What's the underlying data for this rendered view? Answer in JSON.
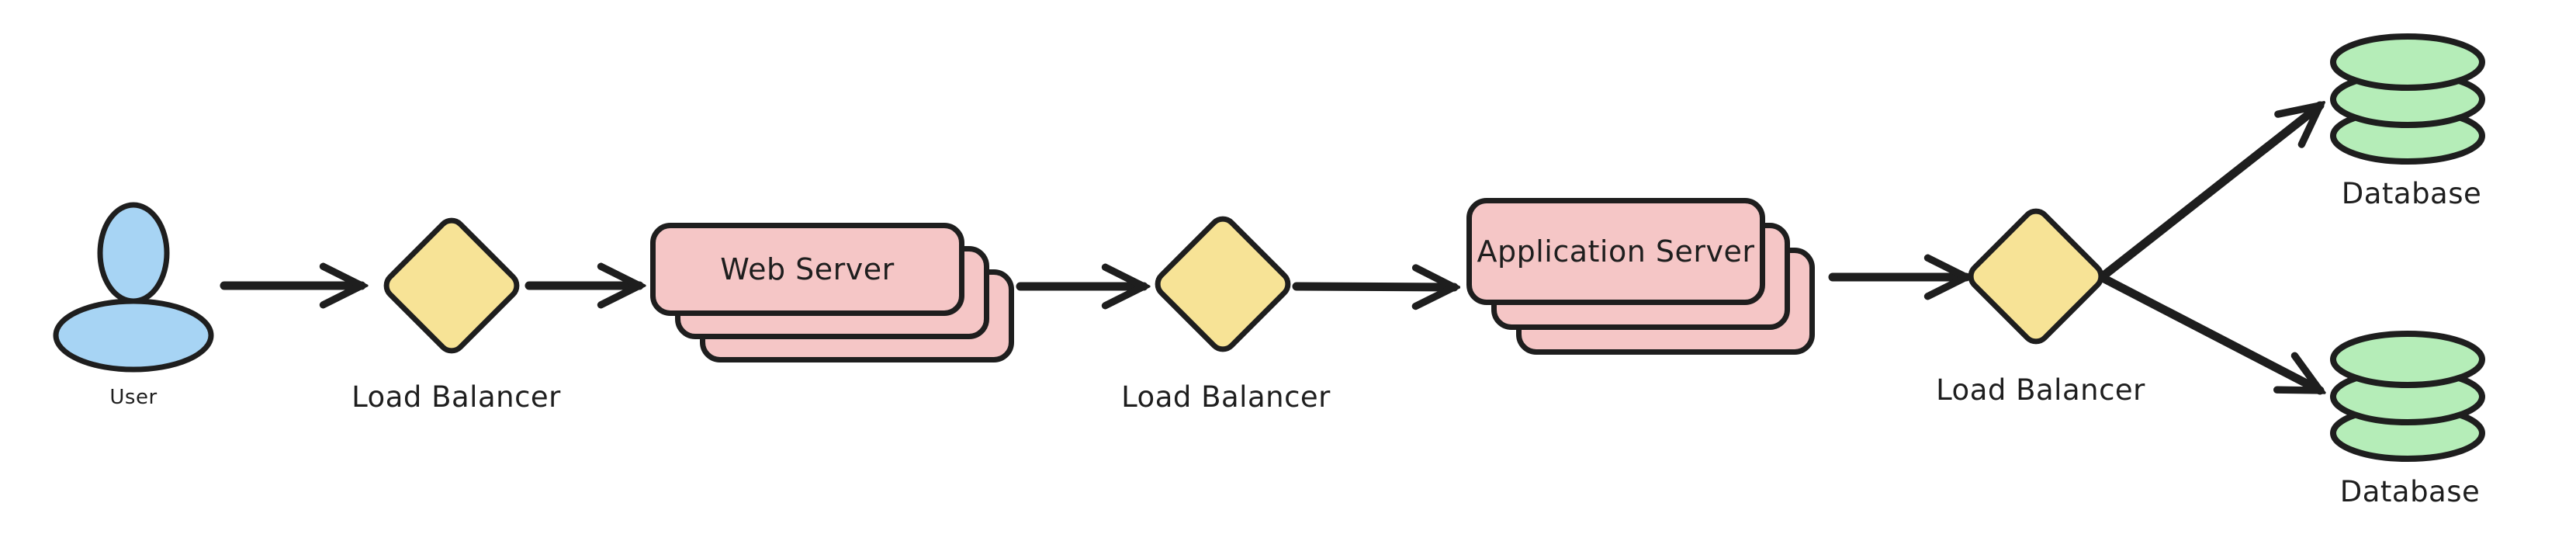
{
  "diagram": {
    "type": "architecture-flow",
    "style": "hand-drawn",
    "colors": {
      "background": "#ffffff",
      "stroke": "#1e1e1e",
      "user_fill": "#a7d4f4",
      "load_balancer_fill": "#f7e396",
      "server_fill": "#f5c6c6",
      "database_fill": "#b5edb8"
    },
    "nodes": {
      "user": {
        "label": "User",
        "shape": "person"
      },
      "load_balancer_1": {
        "label": "Load Balancer",
        "shape": "diamond"
      },
      "web_server": {
        "label": "Web Server",
        "shape": "stacked-rect",
        "instances": 3
      },
      "load_balancer_2": {
        "label": "Load Balancer",
        "shape": "diamond"
      },
      "application_server": {
        "label": "Application Server",
        "shape": "stacked-rect",
        "instances": 3
      },
      "load_balancer_3": {
        "label": "Load Balancer",
        "shape": "diamond"
      },
      "database_top": {
        "label": "Database",
        "shape": "cylinder"
      },
      "database_bottom": {
        "label": "Database",
        "shape": "cylinder"
      }
    },
    "edges": [
      {
        "from": "user",
        "to": "load_balancer_1"
      },
      {
        "from": "load_balancer_1",
        "to": "web_server"
      },
      {
        "from": "web_server",
        "to": "load_balancer_2"
      },
      {
        "from": "load_balancer_2",
        "to": "application_server"
      },
      {
        "from": "application_server",
        "to": "load_balancer_3"
      },
      {
        "from": "load_balancer_3",
        "to": "database_top"
      },
      {
        "from": "load_balancer_3",
        "to": "database_bottom"
      }
    ]
  }
}
